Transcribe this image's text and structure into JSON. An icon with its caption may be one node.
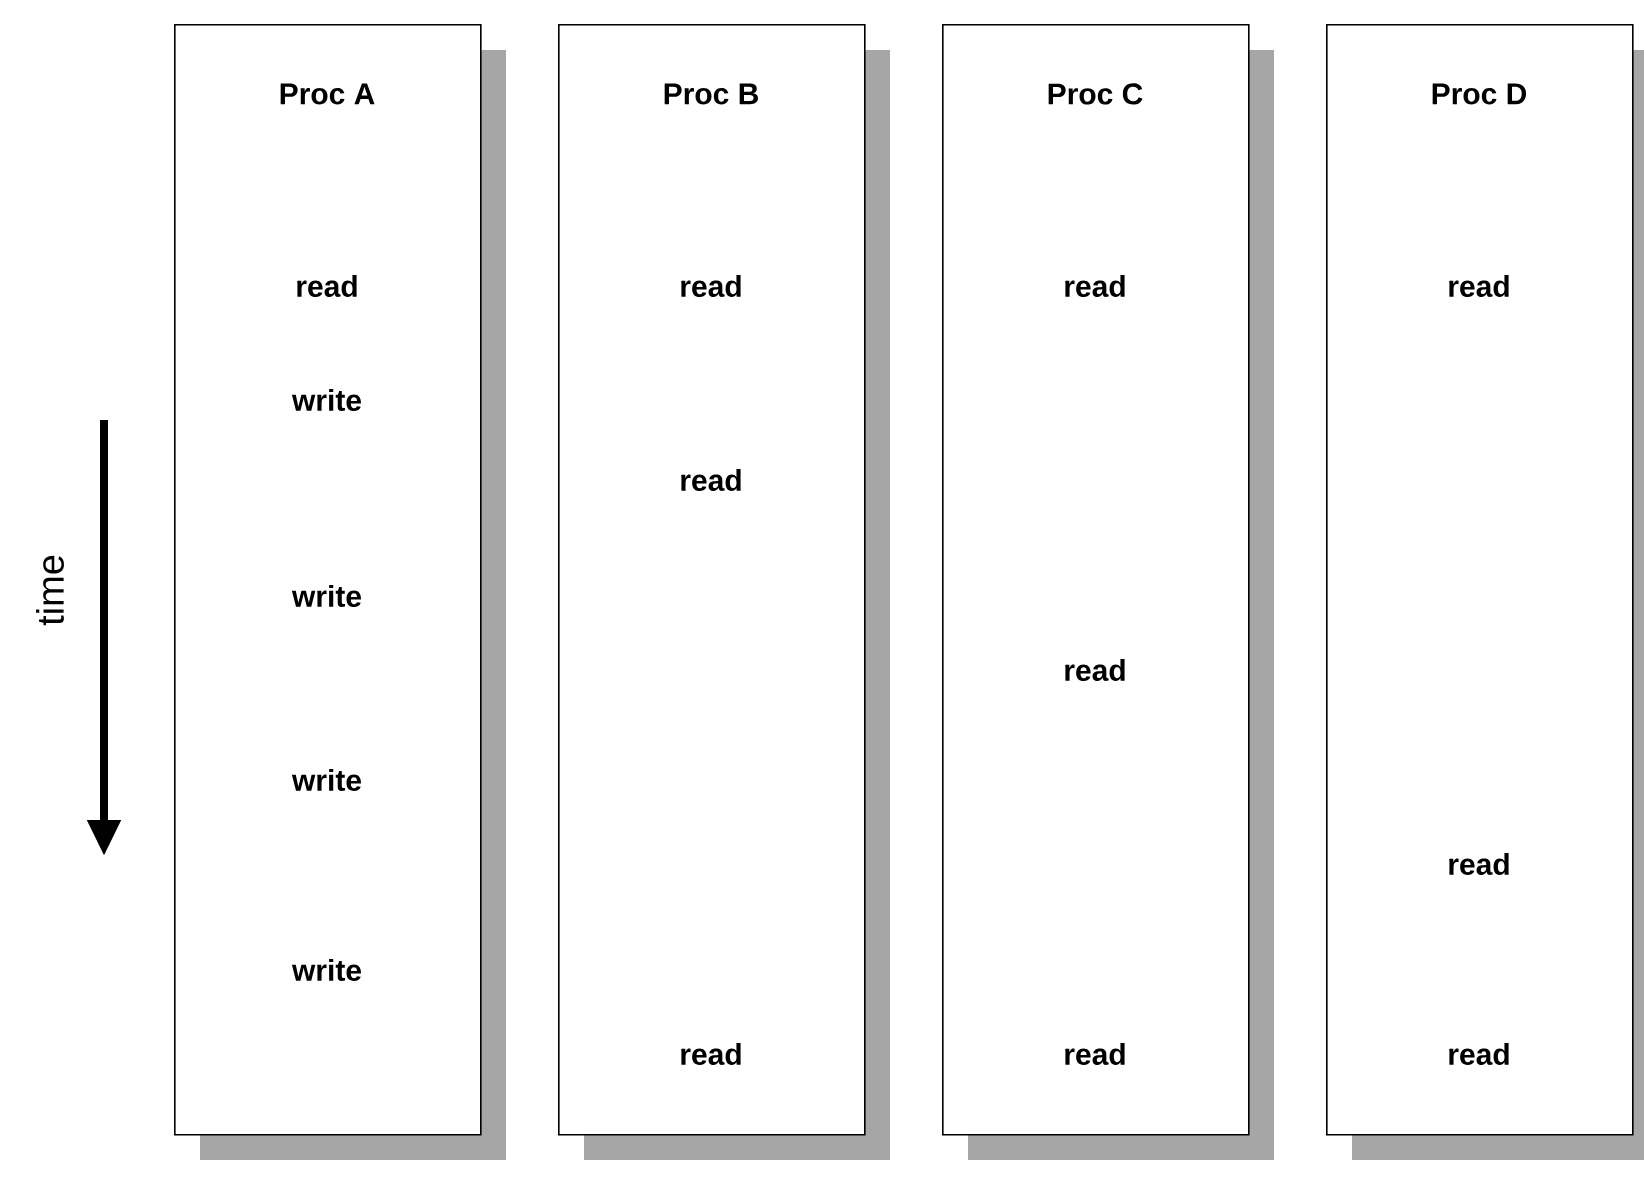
{
  "diagram": {
    "nodes": [
      {
        "text": [
          "Proc A",
          "read",
          "write",
          "write",
          "write",
          "write"
        ]
      },
      {
        "text": [
          "Proc B",
          "read",
          "read",
          "read"
        ]
      },
      {
        "text": [
          "Proc C",
          "read",
          "read",
          "read"
        ]
      },
      {
        "text": [
          "Proc D",
          "read",
          "read",
          "read"
        ]
      }
    ],
    "labels": [
      "time"
    ]
  }
}
